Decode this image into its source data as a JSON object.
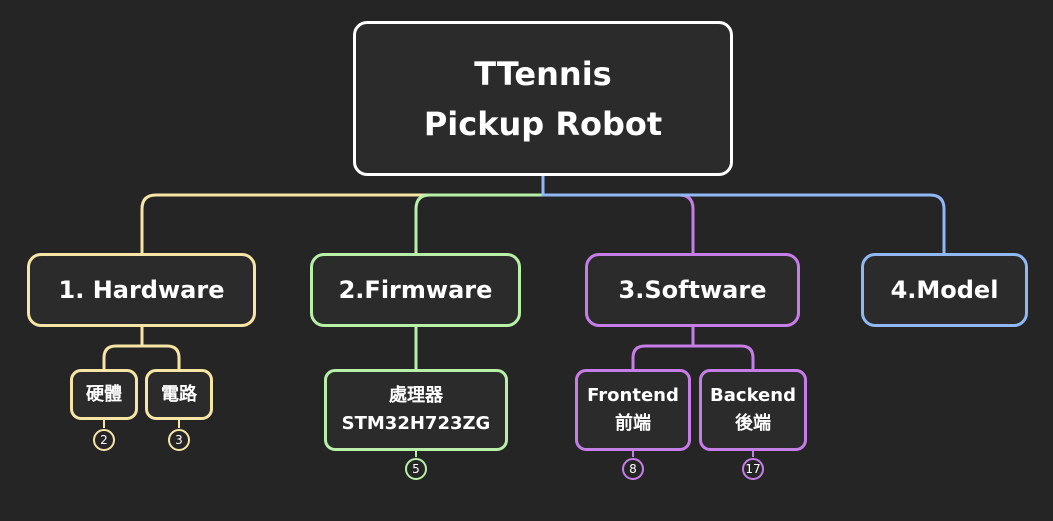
{
  "colors": {
    "background": "#252526",
    "root": "#ffffff",
    "hardware": "#f7e5a6",
    "firmware": "#b8f0a8",
    "software": "#c77de8",
    "model": "#8fb8f5"
  },
  "root": {
    "line1": "TTennis",
    "line2": "Pickup Robot"
  },
  "branches": {
    "hardware": {
      "label": "1. Hardware",
      "children": [
        {
          "label": "硬體",
          "count": "2"
        },
        {
          "label": "電路",
          "count": "3"
        }
      ]
    },
    "firmware": {
      "label": "2.Firmware",
      "children": [
        {
          "line1": "處理器",
          "line2": "STM32H723ZG",
          "count": "5"
        }
      ]
    },
    "software": {
      "label": "3.Software",
      "children": [
        {
          "line1": "Frontend",
          "line2": "前端",
          "count": "8"
        },
        {
          "line1": "Backend",
          "line2": "後端",
          "count": "17"
        }
      ]
    },
    "model": {
      "label": "4.Model"
    }
  }
}
